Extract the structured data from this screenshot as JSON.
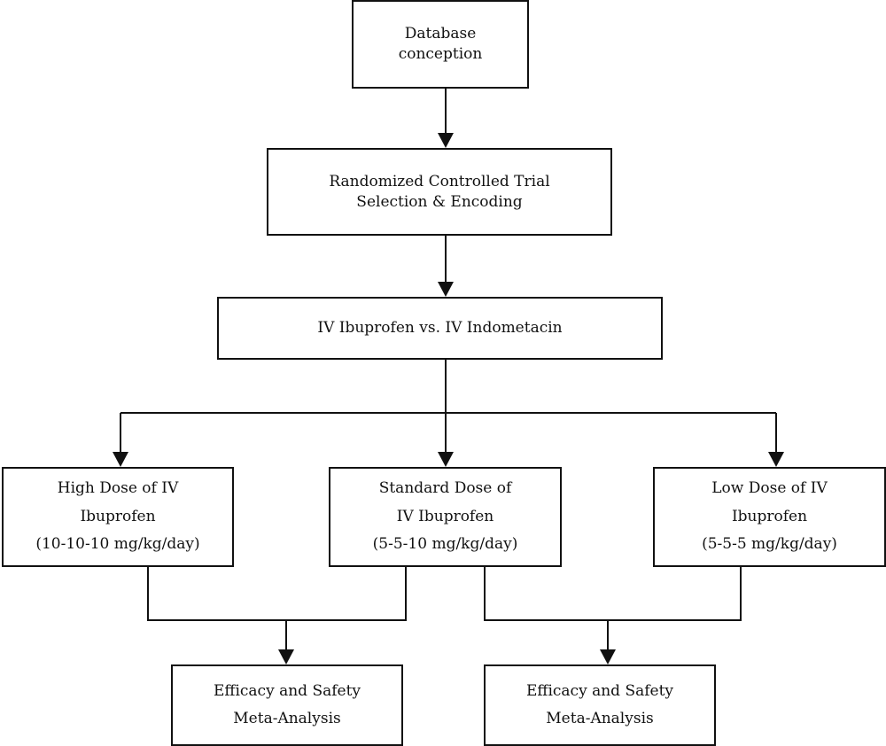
{
  "diagram": {
    "nodes": {
      "database": {
        "lines": [
          "Database",
          "conception"
        ]
      },
      "rct": {
        "lines": [
          "Randomized Controlled Trial",
          "Selection & Encoding"
        ]
      },
      "comparison": {
        "lines": [
          "IV Ibuprofen vs. IV Indometacin"
        ]
      },
      "high_dose": {
        "lines": [
          "High Dose of IV",
          "Ibuprofen",
          "(10-10-10 mg/kg/day)"
        ]
      },
      "standard_dose": {
        "lines": [
          "Standard Dose of",
          "IV Ibuprofen",
          "(5-5-10 mg/kg/day)"
        ]
      },
      "low_dose": {
        "lines": [
          "Low Dose of IV",
          "Ibuprofen",
          "(5-5-5 mg/kg/day)"
        ]
      },
      "meta_left": {
        "lines": [
          "Efficacy and Safety",
          "Meta-Analysis"
        ]
      },
      "meta_right": {
        "lines": [
          "Efficacy and Safety",
          "Meta-Analysis"
        ]
      }
    },
    "edges": [
      {
        "from": "database",
        "to": "rct"
      },
      {
        "from": "rct",
        "to": "comparison"
      },
      {
        "from": "comparison",
        "to": "high_dose"
      },
      {
        "from": "comparison",
        "to": "standard_dose"
      },
      {
        "from": "comparison",
        "to": "low_dose"
      },
      {
        "from": "high_dose",
        "to": "meta_left"
      },
      {
        "from": "standard_dose",
        "to": "meta_left"
      },
      {
        "from": "standard_dose",
        "to": "meta_right"
      },
      {
        "from": "low_dose",
        "to": "meta_right"
      }
    ],
    "colors": {
      "stroke": "#111111",
      "fill": "#ffffff"
    }
  }
}
